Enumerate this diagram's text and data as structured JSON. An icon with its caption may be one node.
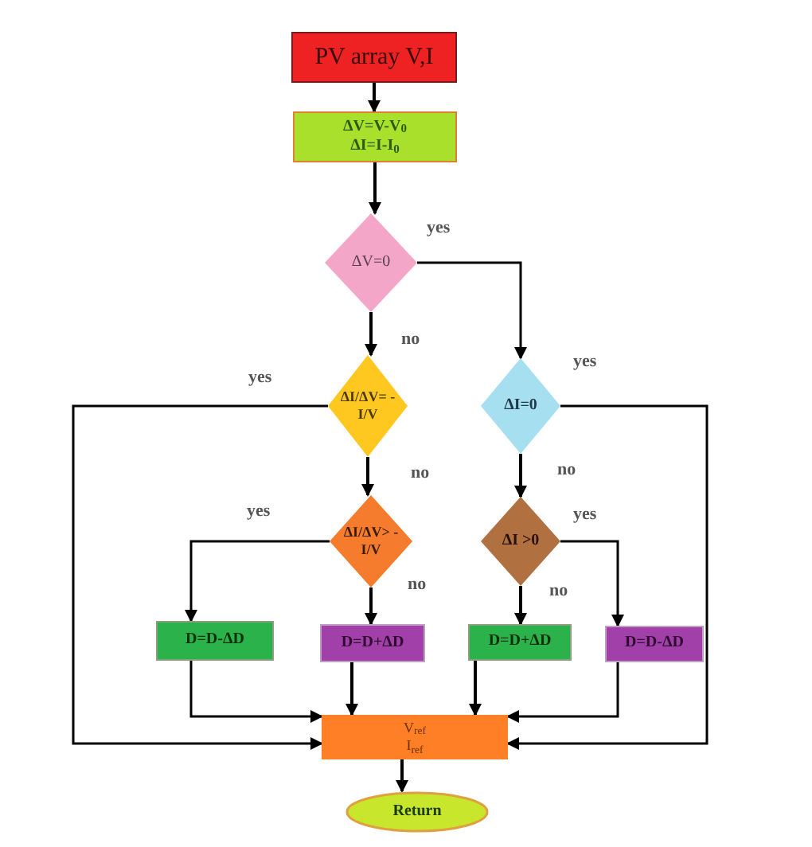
{
  "diagram": {
    "nodes": [
      {
        "text": [
          "PV array V,I"
        ]
      },
      {
        "text": [
          "ΔV=V-V$_{0}$",
          "ΔI=I-I$_{0}$"
        ]
      },
      {
        "text": [
          "ΔV=0"
        ]
      },
      {
        "text": [
          "ΔI/ΔV= - I/V"
        ]
      },
      {
        "text": [
          "ΔI=0"
        ]
      },
      {
        "text": [
          "ΔI/ΔV> - I/V"
        ]
      },
      {
        "text": [
          "ΔI >0"
        ]
      },
      {
        "text": [
          "D=D-ΔD"
        ]
      },
      {
        "text": [
          "D=D+ΔD"
        ]
      },
      {
        "text": [
          "D=D+ΔD"
        ]
      },
      {
        "text": [
          "D=D-ΔD"
        ]
      },
      {
        "text": [
          "V$_{ref}$",
          "I$_{ref}$"
        ]
      },
      {
        "text": [
          "Return"
        ]
      }
    ],
    "edges": [
      {
        "from": 0,
        "to": 1,
        "arrow": "to"
      },
      {
        "from": 1,
        "to": 2,
        "arrow": "to"
      },
      {
        "from": 2,
        "to": 3,
        "arrow": "to",
        "label": "no"
      },
      {
        "from": 2,
        "to": 4,
        "arrow": "to",
        "label": "yes"
      },
      {
        "from": 3,
        "to": 11,
        "arrow": "to",
        "label": "yes"
      },
      {
        "from": 3,
        "to": 5,
        "arrow": "to",
        "label": "no"
      },
      {
        "from": 4,
        "to": 11,
        "arrow": "to",
        "label": "yes"
      },
      {
        "from": 4,
        "to": 6,
        "arrow": "to",
        "label": "no"
      },
      {
        "from": 5,
        "to": 7,
        "arrow": "to",
        "label": "yes"
      },
      {
        "from": 5,
        "to": 8,
        "arrow": "to",
        "label": "no"
      },
      {
        "from": 6,
        "to": 10,
        "arrow": "to",
        "label": "yes"
      },
      {
        "from": 6,
        "to": 9,
        "arrow": "to",
        "label": "no"
      },
      {
        "from": 7,
        "to": 11,
        "arrow": "to"
      },
      {
        "from": 8,
        "to": 11,
        "arrow": "to"
      },
      {
        "from": 9,
        "to": 11,
        "arrow": "to"
      },
      {
        "from": 10,
        "to": 11,
        "arrow": "to"
      },
      {
        "from": 11,
        "to": 12,
        "arrow": "to"
      }
    ]
  }
}
